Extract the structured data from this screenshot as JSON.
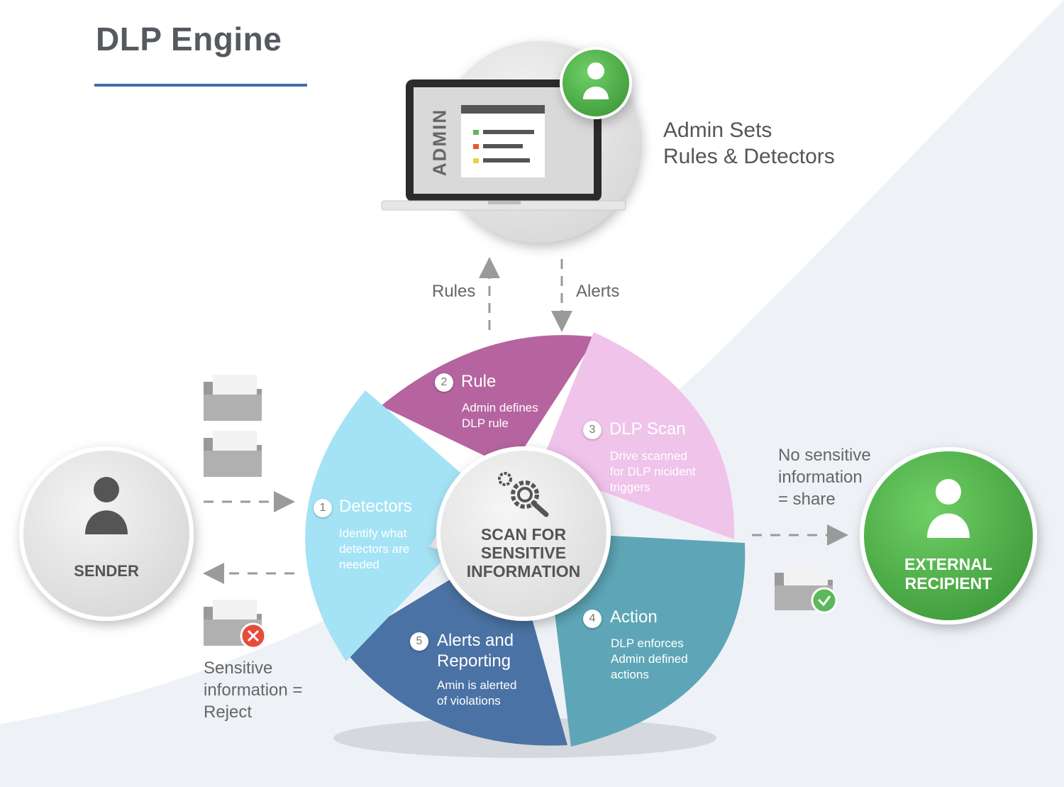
{
  "title": "DLP Engine",
  "admin": {
    "screen_label": "ADMIN",
    "caption_line1": "Admin Sets",
    "caption_line2": "Rules & Detectors"
  },
  "flows": {
    "rules_label": "Rules",
    "alerts_label": "Alerts"
  },
  "center": {
    "line1": "SCAN FOR",
    "line2": "SENSITIVE",
    "line3": "INFORMATION"
  },
  "segments": [
    {
      "number": "1",
      "title": "Detectors",
      "text_line1": "Identify what",
      "text_line2": "detectors are",
      "text_line3": "needed",
      "color": "#a4e3f5"
    },
    {
      "number": "2",
      "title": "Rule",
      "text_line1": "Admin defines",
      "text_line2": "DLP rule",
      "text_line3": "",
      "color": "#b5649f"
    },
    {
      "number": "3",
      "title": "DLP Scan",
      "text_line1": "Drive scanned",
      "text_line2": "for DLP nicident",
      "text_line3": "triggers",
      "color": "#f0c3ea"
    },
    {
      "number": "4",
      "title": "Action",
      "text_line1": "DLP enforces",
      "text_line2": "Admin defined",
      "text_line3": "actions",
      "color": "#5ea6b7"
    },
    {
      "number": "5",
      "title_line1": "Alerts and",
      "title_line2": "Reporting",
      "text_line1": "Amin is alerted",
      "text_line2": "of violations",
      "color": "#4b72a4"
    }
  ],
  "sender": {
    "label": "SENDER",
    "reject_line1": "Sensitive",
    "reject_line2": "information =",
    "reject_line3": "Reject"
  },
  "recipient": {
    "label_line1": "EXTERNAL",
    "label_line2": "RECIPIENT",
    "share_line1": "No sensitive",
    "share_line2": "information",
    "share_line3": "= share"
  },
  "colors": {
    "accent_rule": "#3d6fa6",
    "green": "#5cb85c",
    "reject_red": "#e74c3c",
    "folder_gray": "#9a9a9a"
  },
  "icons": [
    "user-icon",
    "laptop-icon",
    "gear-search-icon",
    "folder-icon",
    "reject-x-icon",
    "check-icon"
  ]
}
